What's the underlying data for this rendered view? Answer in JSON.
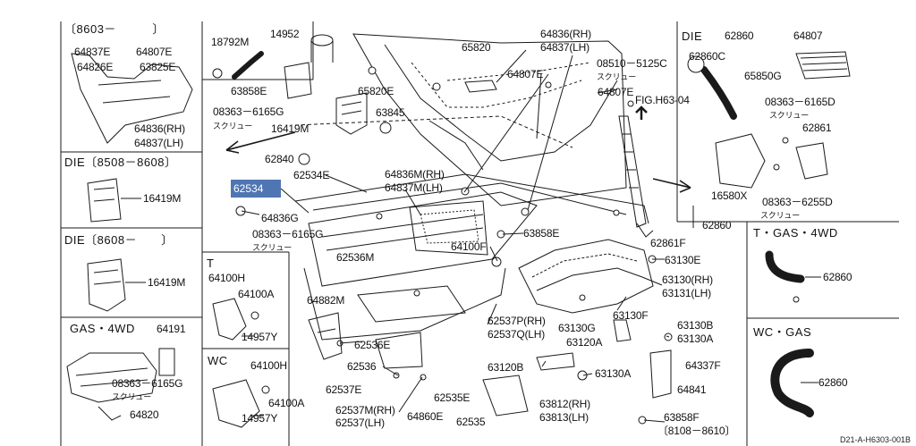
{
  "diagram": {
    "code": "D21-A-H6303-001B",
    "highlighted_part": "62534",
    "accent_color": "#4f76b3",
    "line_color": "#1a1a1a"
  },
  "sections": {
    "s8603": {
      "header": "〔8603－　　　〕",
      "labels": [
        "64837E",
        "64807E",
        "64826E",
        "63825E",
        "64836(RH)",
        "64837(LH)"
      ]
    },
    "die_8508_8608": {
      "header": "DIE〔8508－8608〕",
      "labels": [
        "16419M"
      ]
    },
    "die_8608": {
      "header": "DIE〔8608－　　〕",
      "labels": [
        "16419M"
      ]
    },
    "gas_4wd": {
      "header": "GAS・4WD",
      "labels": [
        "64191",
        "08363－6165G",
        "スクリュー",
        "64820"
      ]
    },
    "t": {
      "header": "T",
      "labels": [
        "64100H",
        "64100A",
        "14957Y"
      ]
    },
    "wc": {
      "header": "WC",
      "labels": [
        "64100H",
        "64100A",
        "14957Y"
      ]
    },
    "die_right": {
      "header": "DIE",
      "labels": [
        "62860",
        "62860C",
        "65850G",
        "64807",
        "08363－6165D",
        "スクリュー",
        "62861",
        "16580X",
        "08363－6255D",
        "スクリュー"
      ]
    },
    "t_gas_4wd": {
      "header": "T・GAS・4WD",
      "labels": [
        "62860"
      ]
    },
    "wc_gas": {
      "header": "WC・GAS",
      "labels": [
        "62860"
      ]
    }
  },
  "main_labels": {
    "l18792M": "18792M",
    "l14952": "14952",
    "l63858E_a": "63858E",
    "l08363_6165G_a": "08363－6165G",
    "l_screw_a": "スクリュー",
    "l16419M": "16419M",
    "l65820E": "65820E",
    "l63845": "63845",
    "l65820": "65820",
    "l64836RH": "64836(RH)",
    "l64837LH": "64837(LH)",
    "l64807E_a": "64807E",
    "l08510_5125C": "08510－5125C",
    "l_screw_b": "スクリュー",
    "lFIG": "FIG.H63-04",
    "l64807E_b": "64807E",
    "l62840": "62840",
    "l62534E": "62534E",
    "l64836M": "64836M(RH)",
    "l64837M": "64837M(LH)",
    "l64836G": "64836G",
    "l08363_6165G_b": "08363－6165G",
    "l_screw_c": "スクリュー",
    "l63858E_b": "63858E",
    "l64100F": "64100F",
    "l62860": "62860",
    "l62861F": "62861F",
    "l63130E": "63130E",
    "l62536M": "62536M",
    "l63130RH": "63130(RH)",
    "l63131LH": "63131(LH)",
    "l64882M": "64882M",
    "l63130F": "63130F",
    "l62537PRH": "62537P(RH)",
    "l62537QLH": "62537Q(LH)",
    "l63130G": "63130G",
    "l63130B": "63130B",
    "l62536E": "62536E",
    "l63120A": "63120A",
    "l63130A_a": "63130A",
    "l62536": "62536",
    "l63120B": "63120B",
    "l63130A_b": "63130A",
    "l64337F": "64337F",
    "l62537E": "62537E",
    "l64841": "64841",
    "l62535E": "62535E",
    "l62537MRH": "62537M(RH)",
    "l62537LH": "62537(LH)",
    "l64860E": "64860E",
    "l62535": "62535",
    "l63812RH": "63812(RH)",
    "l63813LH": "63813(LH)",
    "l63858F": "63858F",
    "l8108_8610": "〔8108－8610〕"
  }
}
